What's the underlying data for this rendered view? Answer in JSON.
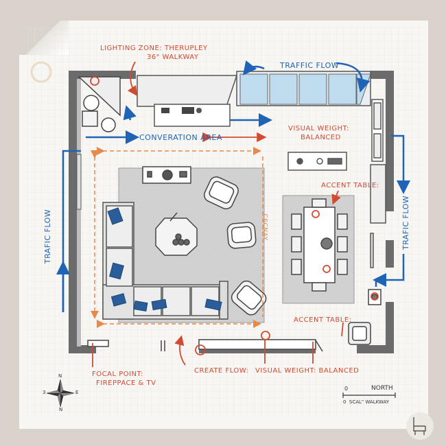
{
  "labels": {
    "lighting_zone_line1": "LIGHTING ZONE: THERUPLEY",
    "lighting_zone_line2": "36\" WALKWAY",
    "traffic_flow_top": "TRAFFIC FLOW",
    "conversation_area": "CONVERATION AREA",
    "visual_weight_line1": "VISUAL WEIGHT:",
    "visual_weight_line2": "BALANCED",
    "accent_table_upper": "ACCENT TABLE:",
    "traffic_flow_left": "TRAFIC FLOW",
    "traffic_flow_right": "TRAFIC FLOW",
    "vertical_dim": "C6CNAY",
    "accent_table_lower": "ACCENT TABLE:",
    "focal_point_line1": "FOCAL POINT:",
    "focal_point_line2": "FIREPPACE & TV",
    "create_flow": "CREATE FLOW:",
    "visual_weight_bottom": "VISUAL WEIGHT:  BALANCED"
  },
  "compass": {
    "n_top": "N",
    "w": "3",
    "e": "E",
    "n_bottom": "N"
  },
  "scale": {
    "zero_top": "0",
    "north": "NORTH",
    "line2": "0  SCAL\" WALKWAY"
  },
  "colors": {
    "annotation_red": "#d24a32",
    "flow_blue": "#1e63b5",
    "dimension_orange": "#e8894a",
    "wall": "#6b6b6b"
  },
  "icons": [
    "compass-rose-icon",
    "chair-icon"
  ]
}
